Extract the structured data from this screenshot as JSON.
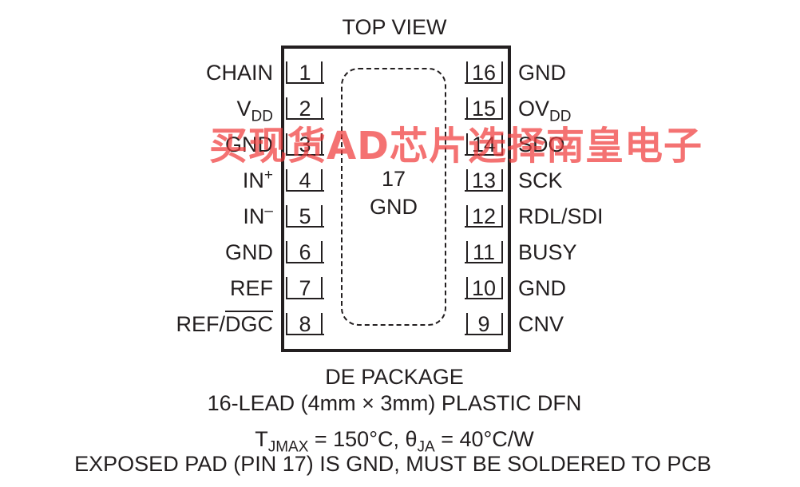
{
  "header": {
    "title": "TOP VIEW"
  },
  "package": {
    "exposed_pad_number": "17",
    "exposed_pad_name": "GND"
  },
  "pins_left": [
    {
      "num": "1",
      "label": "CHAIN"
    },
    {
      "num": "2",
      "label_main": "V",
      "label_sub": "DD"
    },
    {
      "num": "3",
      "label": "GND"
    },
    {
      "num": "4",
      "label_main": "IN",
      "label_sup": "+"
    },
    {
      "num": "5",
      "label_main": "IN",
      "label_sup": "–"
    },
    {
      "num": "6",
      "label": "GND"
    },
    {
      "num": "7",
      "label": "REF"
    },
    {
      "num": "8",
      "label_main": "REF/",
      "label_over": "DGC"
    }
  ],
  "pins_right": [
    {
      "num": "16",
      "label": "GND"
    },
    {
      "num": "15",
      "label_main": "OV",
      "label_sub": "DD"
    },
    {
      "num": "14",
      "label": "SDO"
    },
    {
      "num": "13",
      "label": "SCK"
    },
    {
      "num": "12",
      "label": "RDL/SDI"
    },
    {
      "num": "11",
      "label": "BUSY"
    },
    {
      "num": "10",
      "label": "GND"
    },
    {
      "num": "9",
      "label": "CNV"
    }
  ],
  "footer": {
    "line1": "DE PACKAGE",
    "line2": "16-LEAD (4mm × 3mm) PLASTIC DFN",
    "line3_t": "T",
    "line3_t_sub": "JMAX",
    "line3_mid": " = 150°C, θ",
    "line3_theta_sub": "JA",
    "line3_end": " = 40°C/W",
    "line4": "EXPOSED PAD (PIN 17) IS GND, MUST BE SOLDERED TO PCB"
  },
  "watermark": "买现货AD芯片选择南皇电子",
  "colors": {
    "ink": "#231f20",
    "watermark": "#f03c3c"
  }
}
